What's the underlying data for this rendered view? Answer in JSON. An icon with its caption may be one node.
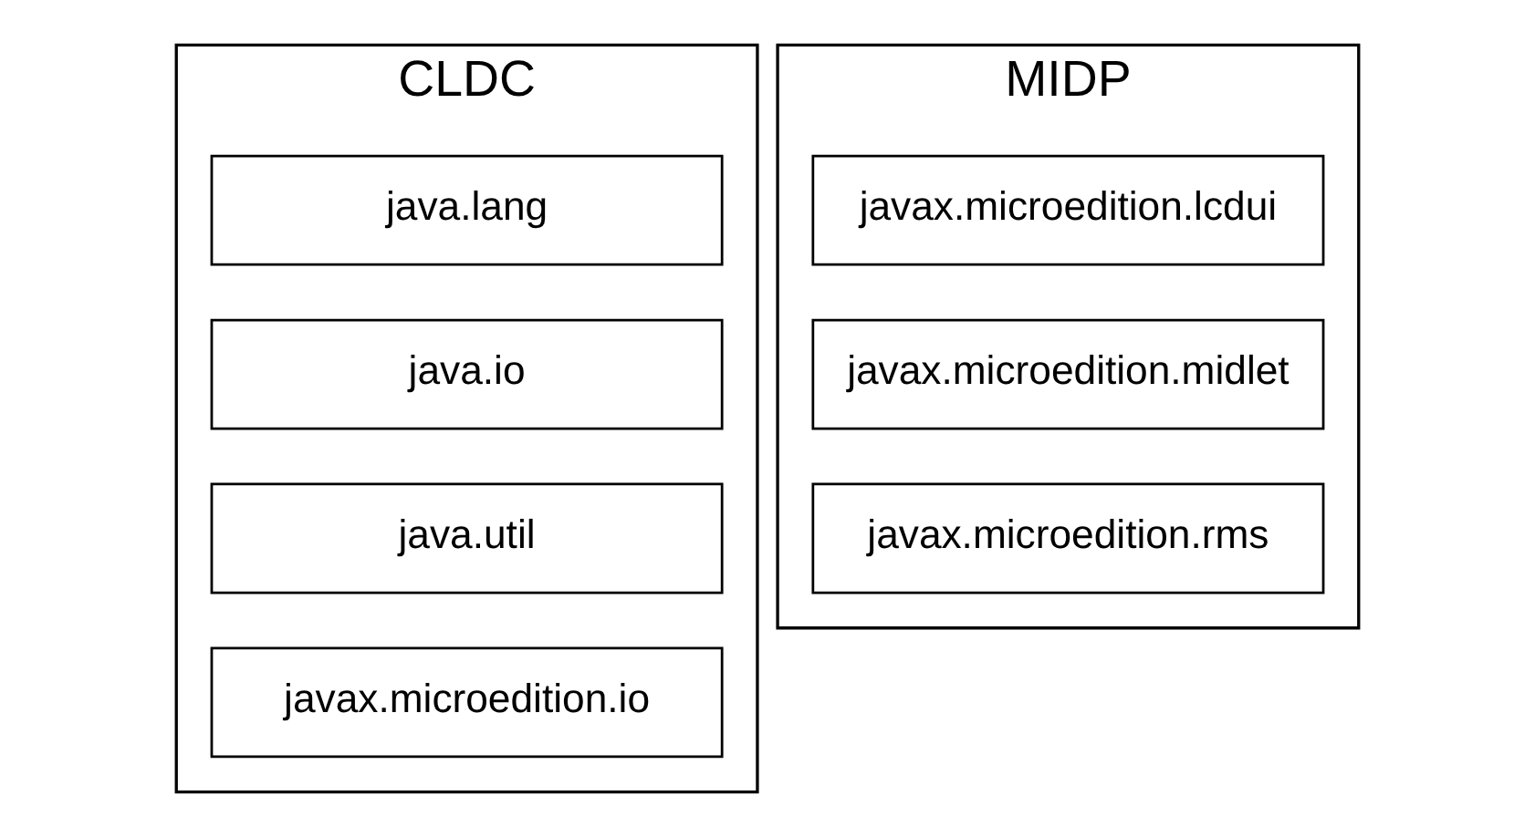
{
  "diagram": {
    "nodes": [
      {
        "text": [
          "CLDC"
        ]
      },
      {
        "text": [
          "java.lang"
        ],
        "in": 0
      },
      {
        "text": [
          "java.io"
        ],
        "in": 0
      },
      {
        "text": [
          "java.util"
        ],
        "in": 0
      },
      {
        "text": [
          "javax.microedition.io"
        ],
        "in": 0
      },
      {
        "text": [
          "MIDP"
        ]
      },
      {
        "text": [
          "javax.microedition.lcdui"
        ],
        "in": 5
      },
      {
        "text": [
          "javax.microedition.midlet"
        ],
        "in": 5
      },
      {
        "text": [
          "javax.microedition.rms"
        ],
        "in": 5
      }
    ],
    "edges": []
  }
}
